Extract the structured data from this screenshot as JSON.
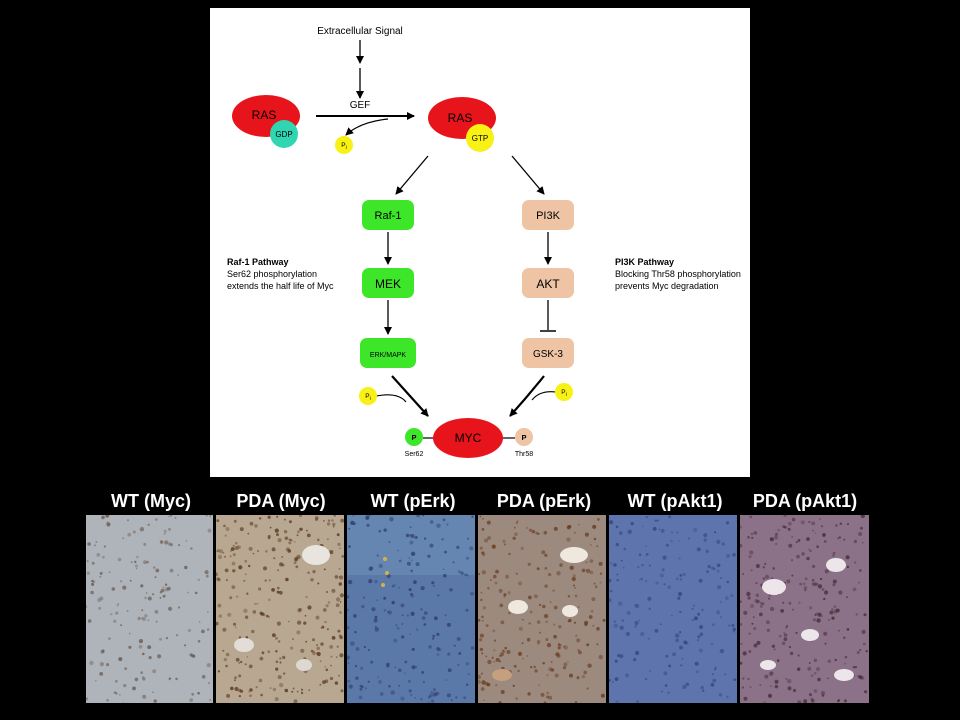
{
  "diagram": {
    "extracellular_signal": "Extracellular Signal",
    "gef": "GEF",
    "ras_label": "RAS",
    "gdp": "GDP",
    "gtp": "GTP",
    "pi": "P",
    "pi_sub": "i",
    "raf1": "Raf-1",
    "mek": "MEK",
    "erk_mapk": "ERK/MAPK",
    "pi3k": "PI3K",
    "akt": "AKT",
    "gsk3": "GSK-3",
    "myc": "MYC",
    "p_label": "P",
    "ser62": "Ser62",
    "thr58": "Thr58",
    "raf_pathway_title": "Raf-1 Pathway",
    "raf_pathway_line1": "Ser62 phosphorylation",
    "raf_pathway_line2": "extends the half life of Myc",
    "pi3k_pathway_title": "PI3K Pathway",
    "pi3k_pathway_line1": "Blocking Thr58 phosphorylation",
    "pi3k_pathway_line2": "prevents Myc degradation",
    "colors": {
      "ras": "#e8141b",
      "gdp": "#2fd6b1",
      "pi": "#f7f115",
      "raf_pathway": "#3ee62a",
      "pi3k_pathway": "#eec4a4"
    }
  },
  "panels": [
    {
      "caption": "WT (Myc)",
      "stain": "light-gray-blue, sparse brown nuclei"
    },
    {
      "caption": "PDA (Myc)",
      "stain": "dense brown nuclei around ducts"
    },
    {
      "caption": "WT (pErk)",
      "stain": "blue tissue, few stained cells"
    },
    {
      "caption": "PDA (pErk)",
      "stain": "brown ductal staining"
    },
    {
      "caption": "WT (pAkt1)",
      "stain": "blue tissue"
    },
    {
      "caption": "PDA (pAkt1)",
      "stain": "brown-purple ductal staining"
    }
  ]
}
